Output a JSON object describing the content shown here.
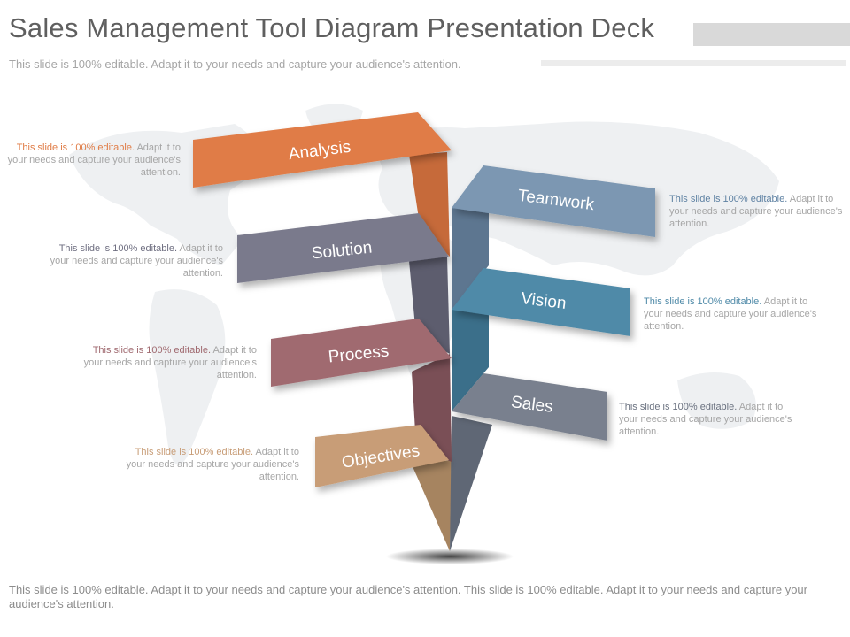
{
  "title": "Sales Management Tool Diagram Presentation Deck",
  "subtitle": "This slide is 100% editable. Adapt it to your needs and capture your audience's attention.",
  "footer": "This slide is 100% editable. Adapt it to your needs and capture your audience's attention. This slide is 100% editable. Adapt it to your needs and capture your audience's attention.",
  "colors": {
    "analysis": "#e07c46",
    "solution": "#7a7a8c",
    "process": "#a06a70",
    "objectives": "#c89d77",
    "teamwork": "#7b97b2",
    "vision": "#4f8aa8",
    "sales": "#79808e"
  },
  "left_items": [
    {
      "label": "Analysis",
      "highlight": "This slide is 100% editable.",
      "text": "Adapt it to your needs and capture your audience's attention."
    },
    {
      "label": "Solution",
      "highlight": "This slide is 100% editable.",
      "text": "Adapt it to your needs and capture your audience's attention."
    },
    {
      "label": "Process",
      "highlight": "This slide is 100% editable.",
      "text": "Adapt it to your needs and capture your audience's attention."
    },
    {
      "label": "Objectives",
      "highlight": "This slide is 100% editable.",
      "text": "Adapt it to your needs and capture your audience's attention."
    }
  ],
  "right_items": [
    {
      "label": "Teamwork",
      "highlight": "This slide is 100% editable.",
      "text": "Adapt it to your needs and capture your audience's attention."
    },
    {
      "label": "Vision",
      "highlight": "This slide is 100% editable.",
      "text": "Adapt it to your needs and capture your audience's attention."
    },
    {
      "label": "Sales",
      "highlight": "This slide is 100% editable.",
      "text": "Adapt it to your needs and capture your audience's attention."
    }
  ]
}
